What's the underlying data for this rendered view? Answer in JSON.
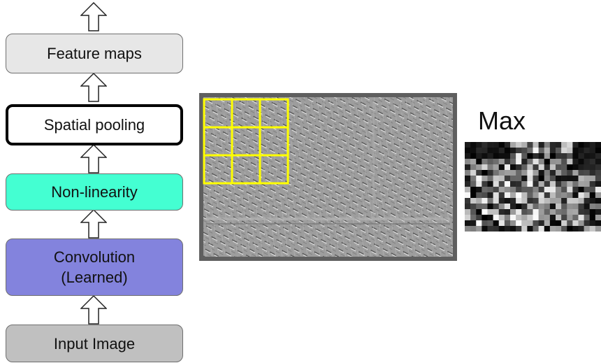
{
  "pipeline": {
    "input": "Input Image",
    "convolution": [
      "Convolution",
      "(Learned)"
    ],
    "nonlinearity": "Non-linearity",
    "pooling": "Spatial pooling",
    "feature_maps": "Feature maps"
  },
  "pooling_example": {
    "max_label": "Max",
    "grid_rows": 3,
    "grid_cols": 3
  },
  "colors": {
    "input_box": "#c0c0c0",
    "convolution_box": "#8383dd",
    "nonlinearity_box": "#44ffd2",
    "pooling_box": "#ffffff",
    "feature_maps_box": "#e7e7e7",
    "pooling_grid": "#ffff00",
    "feature_map_frame": "#5f5f5f"
  }
}
